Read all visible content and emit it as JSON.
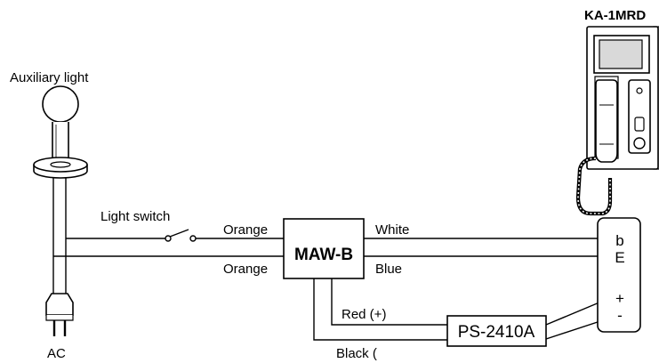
{
  "labels": {
    "auxiliary_light": "Auxiliary light",
    "ac": "AC",
    "light_switch": "Light switch",
    "orange_top": "Orange",
    "orange_bottom": "Orange",
    "white": "White",
    "blue": "Blue",
    "red": "Red (+)",
    "black": "Black (",
    "monitor": "KA-1MRD"
  },
  "boxes": {
    "maw": "MAW-B",
    "ps": "PS-2410A"
  },
  "terminals": {
    "b": "b",
    "e": "E",
    "plus": "+",
    "minus": "-"
  }
}
